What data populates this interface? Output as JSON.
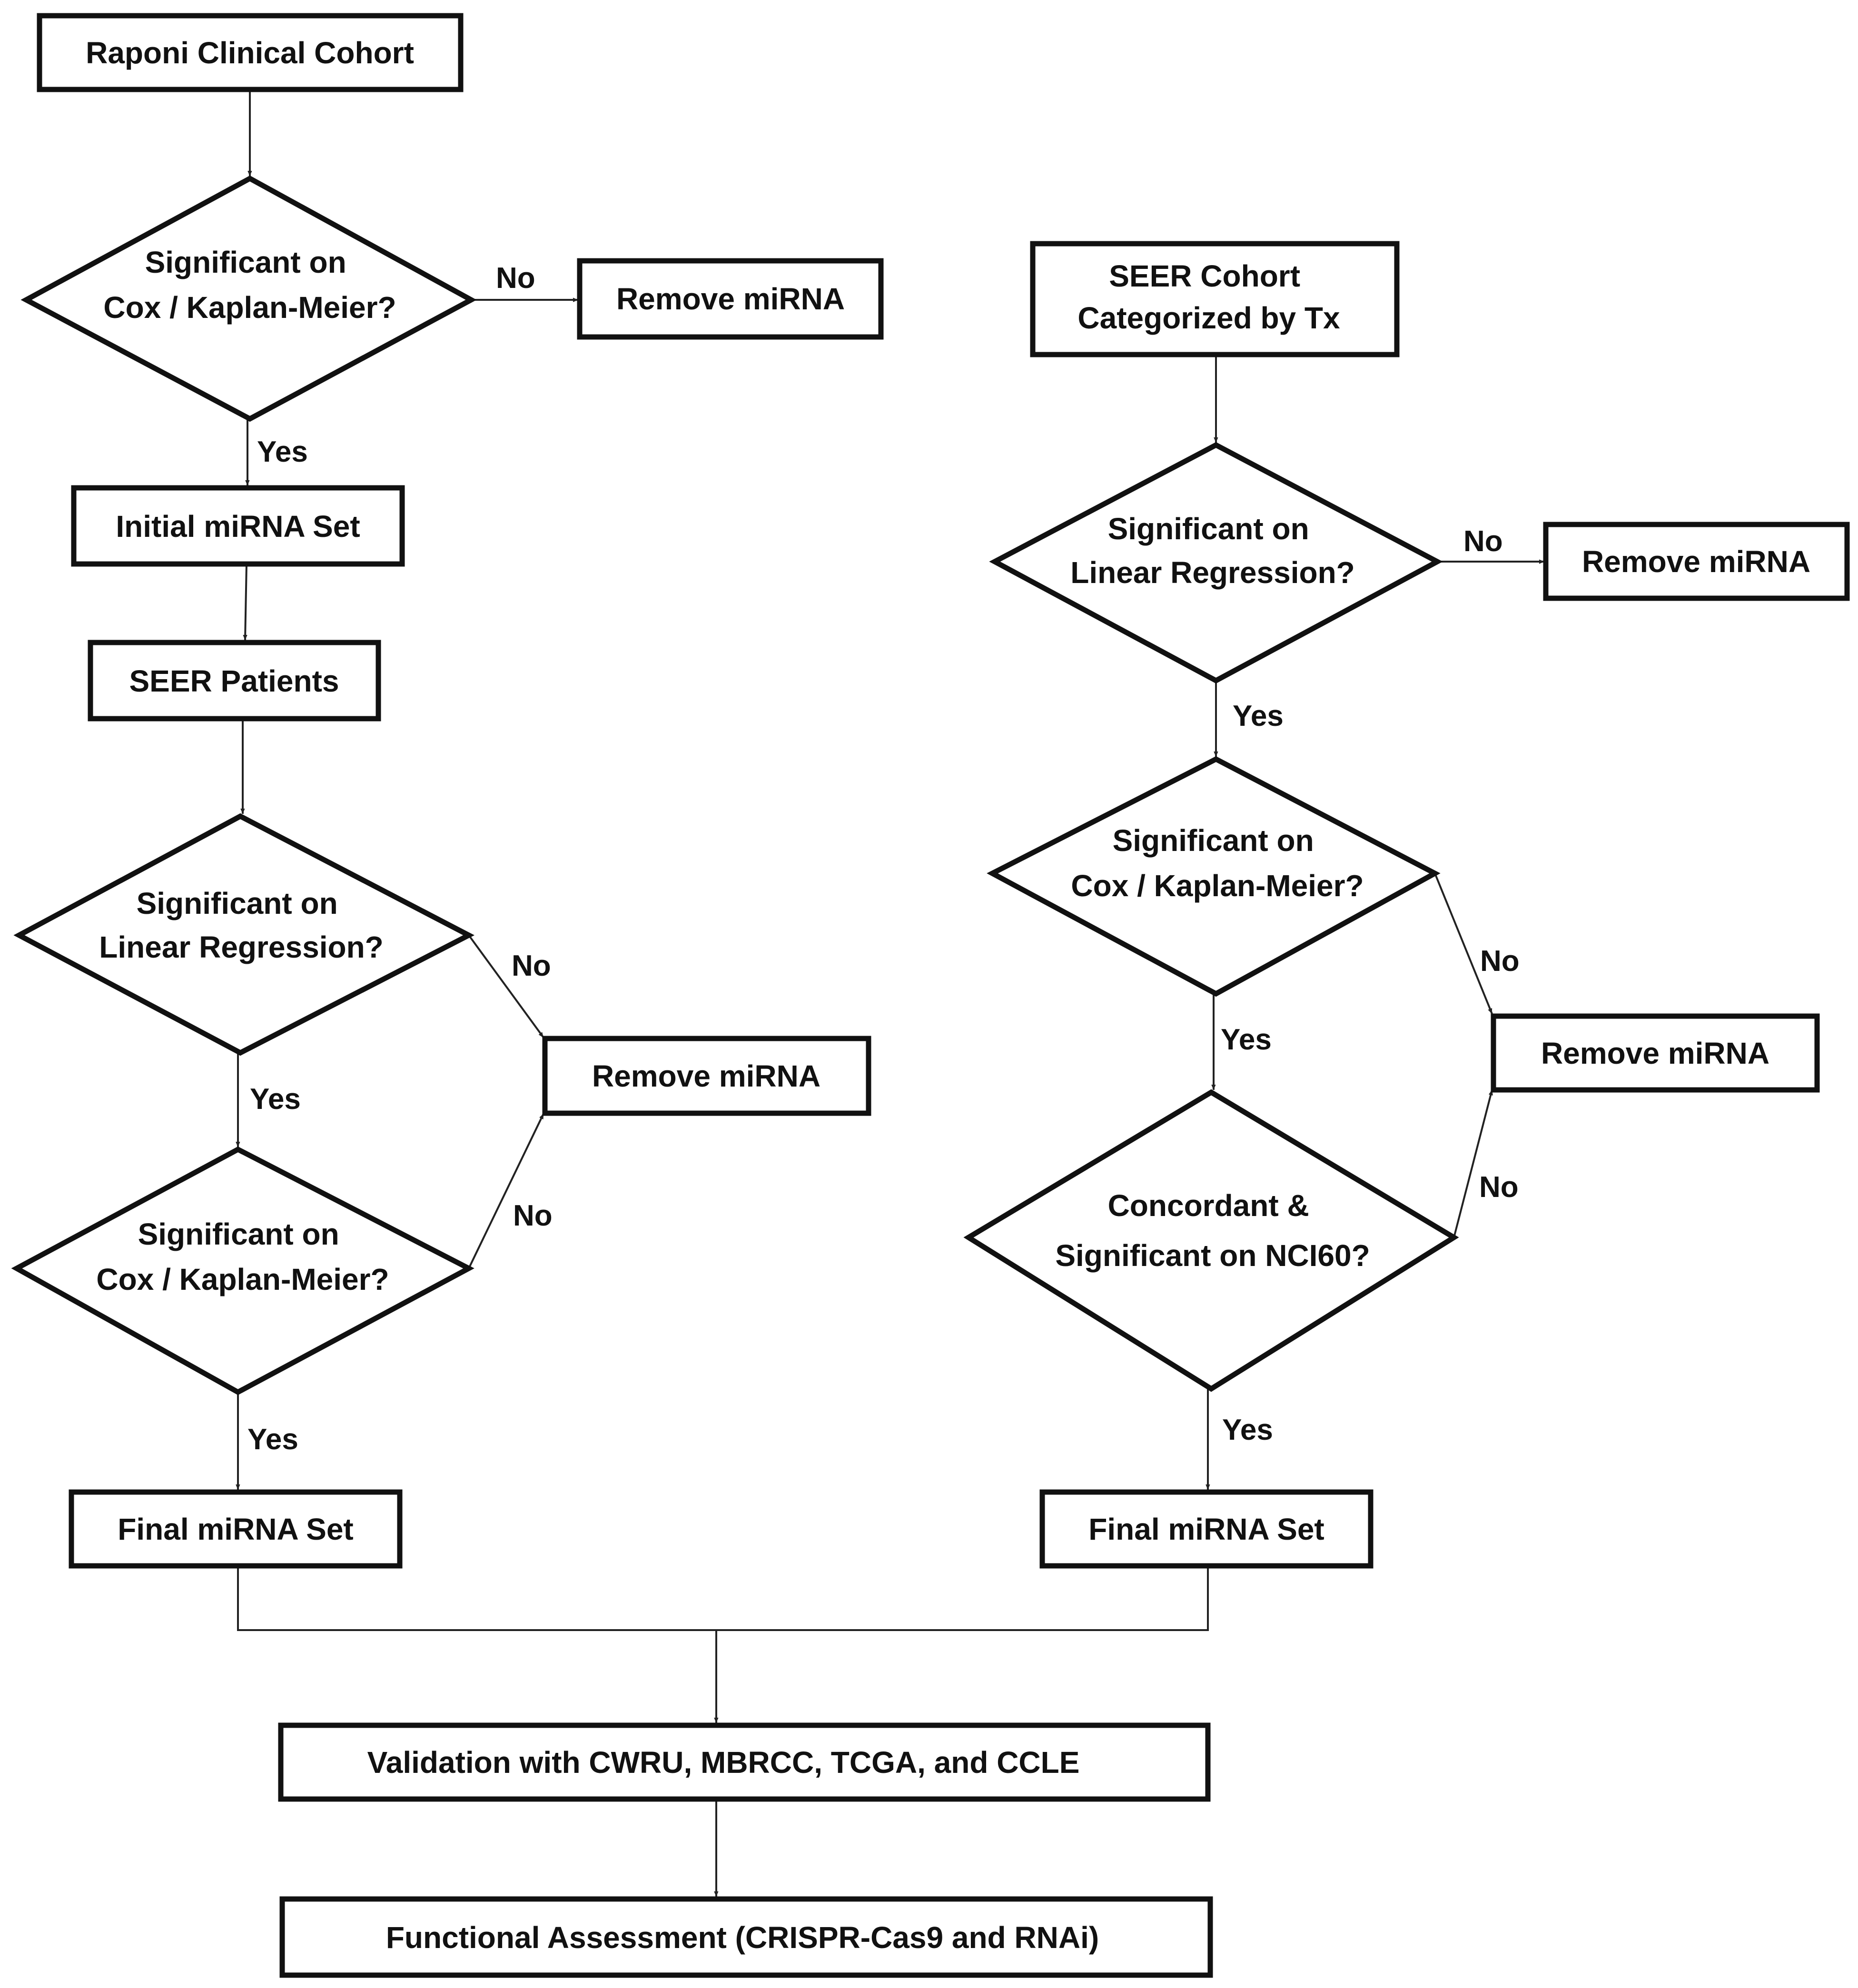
{
  "diagram": {
    "nodes": {
      "raponi_cohort": {
        "lines": [
          "Raponi Clinical Cohort"
        ]
      },
      "l_sig_cox_1": {
        "lines": [
          "Significant on",
          "Cox / Kaplan-Meier?"
        ]
      },
      "l_remove_1": {
        "lines": [
          "Remove miRNA"
        ]
      },
      "initial_set": {
        "lines": [
          "Initial miRNA Set"
        ]
      },
      "seer_patients": {
        "lines": [
          "SEER Patients"
        ]
      },
      "l_sig_lin": {
        "lines": [
          "Significant on",
          "Linear Regression?"
        ]
      },
      "l_remove_2": {
        "lines": [
          "Remove miRNA"
        ]
      },
      "l_sig_cox_2": {
        "lines": [
          "Significant on",
          "Cox / Kaplan-Meier?"
        ]
      },
      "l_final_set": {
        "lines": [
          "Final miRNA Set"
        ]
      },
      "seer_cohort_tx": {
        "lines": [
          "SEER Cohort",
          "Categorized by Tx"
        ]
      },
      "r_sig_lin": {
        "lines": [
          "Significant on",
          "Linear Regression?"
        ]
      },
      "r_remove_1": {
        "lines": [
          "Remove miRNA"
        ]
      },
      "r_sig_cox": {
        "lines": [
          "Significant on",
          "Cox / Kaplan-Meier?"
        ]
      },
      "r_remove_2": {
        "lines": [
          "Remove miRNA"
        ]
      },
      "r_concordant": {
        "lines": [
          "Concordant &",
          "Significant on NCI60?"
        ]
      },
      "r_final_set": {
        "lines": [
          "Final miRNA Set"
        ]
      },
      "validation": {
        "lines": [
          "Validation with CWRU, MBRCC, TCGA, and CCLE"
        ]
      },
      "functional": {
        "lines": [
          "Functional Assessment (CRISPR-Cas9 and RNAi)"
        ]
      }
    },
    "edge_labels": {
      "l_no_1": "No",
      "l_yes_1": "Yes",
      "l_no_2": "No",
      "l_yes_2": "Yes",
      "l_no_3": "No",
      "l_yes_3": "Yes",
      "r_no_1": "No",
      "r_yes_1": "Yes",
      "r_no_2": "No",
      "r_yes_2": "Yes",
      "r_no_3": "No",
      "r_yes_3": "Yes"
    }
  }
}
